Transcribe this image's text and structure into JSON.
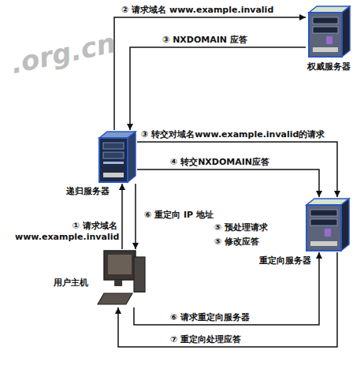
{
  "diagram": {
    "nodes": [
      {
        "text": [
          "权威服务器"
        ]
      },
      {
        "text": [
          "递归服务器"
        ]
      },
      {
        "text": [
          "重定向服务器"
        ]
      },
      {
        "text": [
          "用户主机"
        ]
      }
    ],
    "edges": [
      {
        "from": 3,
        "to": 1,
        "label": "① 请求域名 www.example.invalid",
        "arrow": "to"
      },
      {
        "from": 1,
        "to": 0,
        "label": "② 请求域名 www.example.invalid",
        "arrow": "to"
      },
      {
        "from": 0,
        "to": 1,
        "label": "③ NXDOMAIN 应答",
        "arrow": "to"
      },
      {
        "from": 1,
        "to": 2,
        "label": "③ 转交对域名www.example.invalid的请求",
        "arrow": "to"
      },
      {
        "from": 1,
        "to": 2,
        "label": "④ 转交NXDOMAIN应答",
        "arrow": "to"
      },
      {
        "from": 1,
        "to": 3,
        "label": "⑥ 重定向 IP 地址",
        "arrow": "to"
      },
      {
        "from": 3,
        "to": 2,
        "label": "⑥ 请求重定向服务器",
        "arrow": "to"
      },
      {
        "from": 2,
        "to": 3,
        "label": "⑦ 重定向处理应答",
        "arrow": "to"
      }
    ],
    "labels": [
      "⑤ 预处理请求",
      "⑤ 修改应答",
      ".org.cn"
    ]
  }
}
